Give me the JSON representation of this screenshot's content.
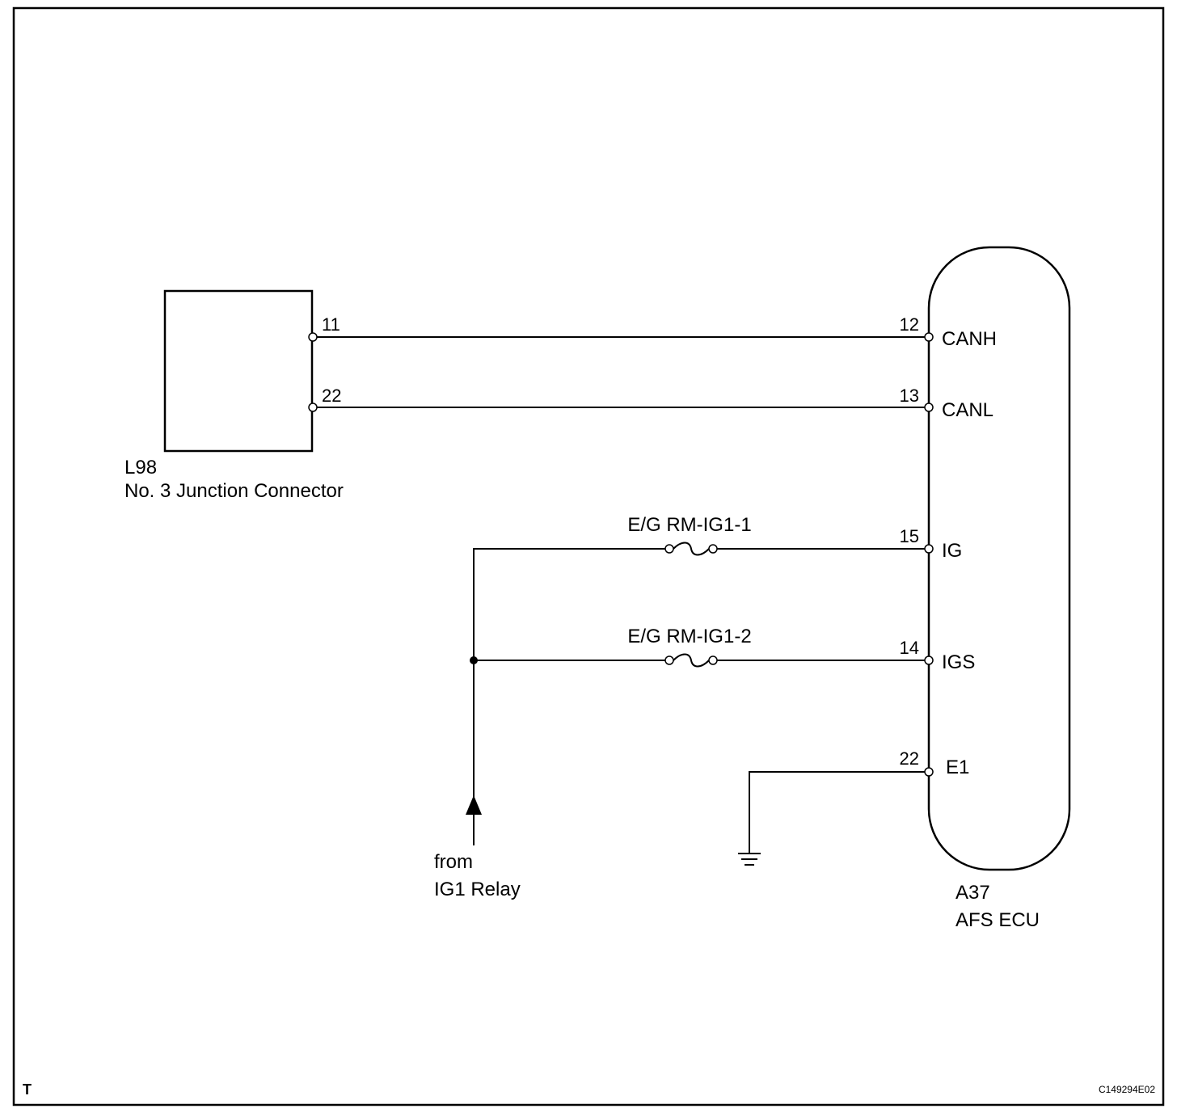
{
  "connector_l98": {
    "code": "L98",
    "name": "No. 3 Junction Connector",
    "pins": [
      "11",
      "22"
    ]
  },
  "ecu_a37": {
    "code": "A37",
    "name": "AFS ECU",
    "pins": [
      {
        "number": "12",
        "signal": "CANH"
      },
      {
        "number": "13",
        "signal": "CANL"
      },
      {
        "number": "15",
        "signal": "IG"
      },
      {
        "number": "14",
        "signal": "IGS"
      },
      {
        "number": "22",
        "signal": "E1"
      }
    ]
  },
  "fuses": [
    {
      "label": "E/G RM-IG1-1"
    },
    {
      "label": "E/G RM-IG1-2"
    }
  ],
  "source": {
    "line1": "from",
    "line2": "IG1 Relay"
  },
  "footer": {
    "corner_mark": "T",
    "figure_code": "C149294E02"
  }
}
